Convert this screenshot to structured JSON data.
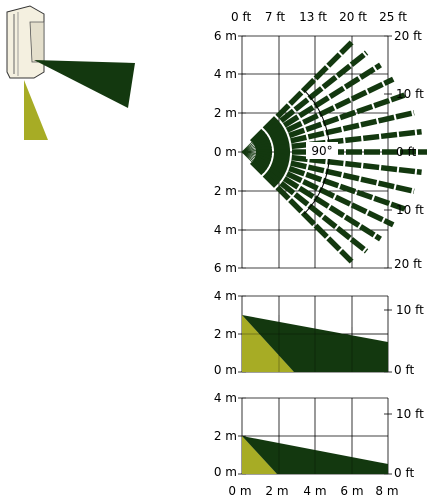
{
  "top_feet_axis": [
    "0 ft",
    "7 ft",
    "13 ft",
    "20 ft",
    "25 ft"
  ],
  "top_view": {
    "left_labels": [
      "6 m",
      "4 m",
      "2 m",
      "0 m",
      "2 m",
      "4 m",
      "6 m"
    ],
    "right_labels": [
      "20 ft",
      "10 ft",
      "0 ft",
      "10 ft",
      "20 ft"
    ],
    "angle_label": "90°",
    "beam_count": 15
  },
  "side_view_1": {
    "left_labels": [
      "4 m",
      "2 m",
      "0 m"
    ],
    "right_labels": [
      "10 ft",
      "0 ft"
    ]
  },
  "side_view_2": {
    "left_labels": [
      "4 m",
      "2 m",
      "0 m"
    ],
    "right_labels": [
      "10 ft",
      "0 ft"
    ]
  },
  "bottom_meter_axis": [
    "0 m",
    "2 m",
    "4 m",
    "6 m",
    "8 m"
  ],
  "colors": {
    "beam_dark": "#13380f",
    "beam_light": "#a7ac25",
    "grid": "#000000",
    "device_fill": "#f4f0e0"
  }
}
